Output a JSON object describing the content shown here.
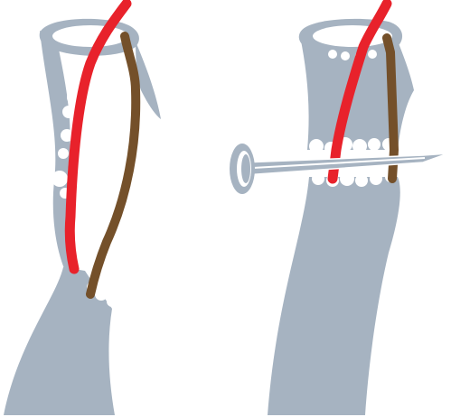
{
  "diagram": {
    "panels": [
      {
        "id": "damaged-cable",
        "depicts": "broken-post-with-exposed-wires"
      },
      {
        "id": "nailed-cable",
        "depicts": "nail-through-post-with-wires"
      }
    ],
    "colors": {
      "post": "#a6b3c1",
      "post_hole": "#ffffff",
      "post_hole_rim": "#a6b3c1",
      "torn_edge": "#ffffff",
      "live_wire": "#e8222b",
      "neutral_wire": "#74502a",
      "nail": "#a6b3c1",
      "nail_highlight": "#ffffff",
      "background": "#ffffff"
    },
    "icons": [
      "wire-red",
      "wire-brown",
      "nail-icon"
    ]
  }
}
